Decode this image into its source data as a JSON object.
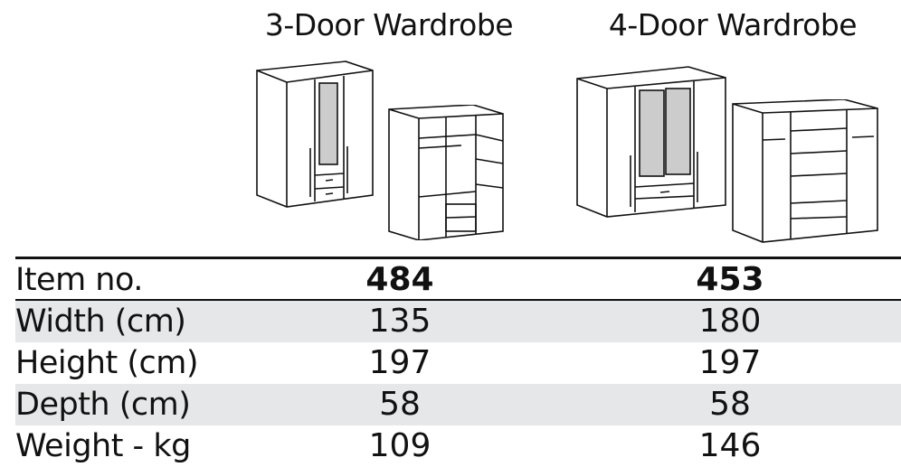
{
  "products": [
    {
      "name": "3-Door Wardrobe",
      "item_no": "484",
      "width_cm": "135",
      "height_cm": "197",
      "depth_cm": "58",
      "weight_kg": "109"
    },
    {
      "name": "4-Door Wardrobe",
      "item_no": "453",
      "width_cm": "180",
      "height_cm": "197",
      "depth_cm": "58",
      "weight_kg": "146"
    }
  ],
  "labels": {
    "item_no": "Item no.",
    "width": "Width (cm)",
    "height": "Height (cm)",
    "depth": "Depth (cm)",
    "weight": "Weight - kg"
  }
}
